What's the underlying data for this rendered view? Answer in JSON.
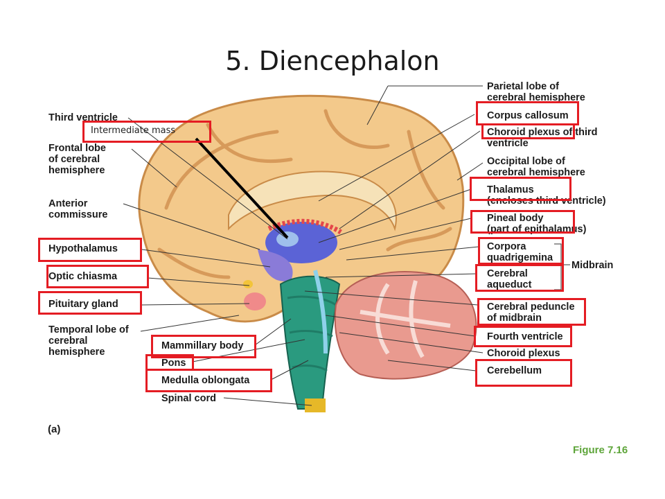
{
  "slide": {
    "title": "5. Diencephalon",
    "figure_number": "Figure 7.16",
    "panel_label": "(a)"
  },
  "annotation": {
    "text": "Intermediate mass"
  },
  "labels_left": {
    "third_ventricle": "Third ventricle",
    "frontal_lobe": "Frontal lobe\nof cerebral\nhemisphere",
    "anterior_commissure": "Anterior\ncommissure",
    "hypothalamus": "Hypothalamus",
    "optic_chiasma": "Optic chiasma",
    "pituitary_gland": "Pituitary gland",
    "temporal_lobe": "Temporal lobe of\ncerebral\nhemisphere",
    "mammillary_body": "Mammillary body",
    "pons": "Pons",
    "medulla_oblongata": "Medulla oblongata",
    "spinal_cord": "Spinal cord"
  },
  "labels_right": {
    "parietal_lobe": "Parietal lobe of\ncerebral hemisphere",
    "corpus_callosum": "Corpus callosum",
    "choroid_plexus_third": "Choroid plexus of third\nventricle",
    "occipital_lobe": "Occipital lobe of\ncerebral hemisphere",
    "thalamus": "Thalamus\n(encloses third ventricle)",
    "pineal_body": "Pineal body\n(part of epithalamus)",
    "corpora_quadrigemina": "Corpora\nquadrigemina",
    "cerebral_aqueduct": "Cerebral\naqueduct",
    "midbrain": "Midbrain",
    "cerebral_peduncle": "Cerebral peduncle\nof midbrain",
    "fourth_ventricle": "Fourth ventricle",
    "choroid_plexus": "Choroid plexus",
    "cerebellum": "Cerebellum"
  },
  "colors": {
    "highlight_box": "#e41c23",
    "figure_number": "#5ea53a",
    "cerebrum": "#f3c98b",
    "brainstem": "#2a9a7f",
    "cerebellum": "#e99a8f",
    "ventricle": "#5b63d6"
  }
}
